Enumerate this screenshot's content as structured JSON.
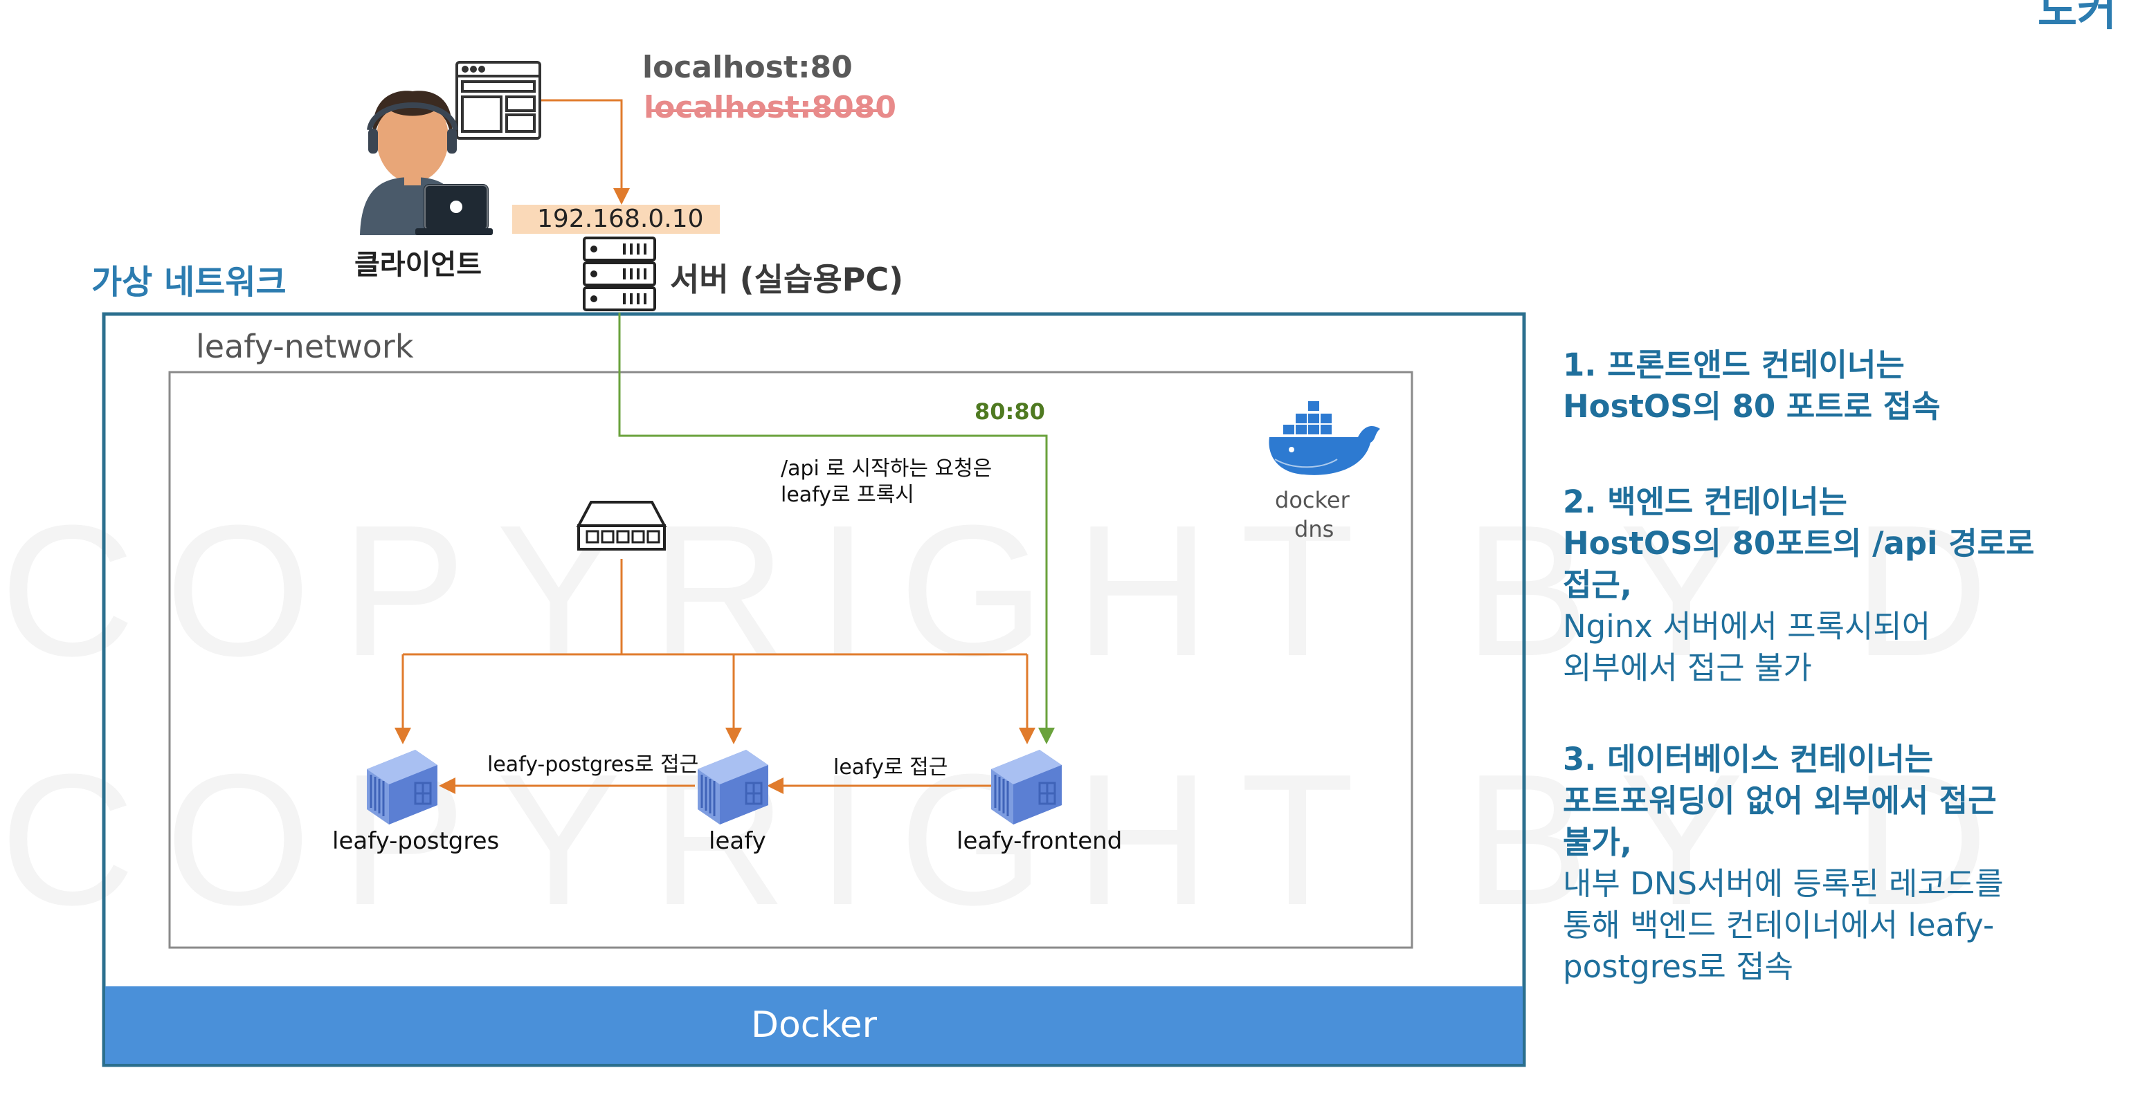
{
  "header": {
    "top_text": "",
    "top_title": "도커"
  },
  "network": {
    "virtual_label": "가상 네트워크",
    "inner_label": "leafy-network"
  },
  "client": {
    "label": "클라이언트"
  },
  "browser": {
    "url_active": "localhost:80",
    "url_struck": "localhost:8080"
  },
  "server": {
    "ip": "192.168.0.10",
    "label": "서버 (실습용PC)"
  },
  "port_mapping": "80:80",
  "proxy_note": [
    "/api 로 시작하는 요청은",
    "leafy로 프록시"
  ],
  "dns": {
    "line1": "docker",
    "line2": "dns"
  },
  "containers": [
    {
      "name": "leafy-postgres"
    },
    {
      "name": "leafy"
    },
    {
      "name": "leafy-frontend"
    }
  ],
  "edges": {
    "leafy_to_postgres": "leafy-postgres로 접근",
    "frontend_to_leafy": "leafy로 접근"
  },
  "docker_bar": "Docker",
  "watermark": "COPYRIGHT BY D",
  "notes": [
    {
      "title": [
        "1. 프론트앤드 컨테이너는",
        "HostOS의 80 포트로 접속"
      ],
      "body": []
    },
    {
      "title": [
        "2. 백엔드 컨테이너는",
        "HostOS의 80포트의 /api 경로로",
        "접근,"
      ],
      "body": [
        "Nginx 서버에서 프록시되어",
        "외부에서 접근 불가"
      ]
    },
    {
      "title": [
        "3. 데이터베이스 컨테이너는",
        "포트포워딩이 없어 외부에서 접근",
        "불가,"
      ],
      "body": [
        "내부 DNS서버에 등록된 레코드를",
        "통해 백엔드 컨테이너에서 leafy-",
        "postgres로 접속"
      ]
    }
  ],
  "colors": {
    "network_border": "#2b6f8e",
    "heading_blue": "#2c7cb0",
    "arrow_orange": "#e07b2c",
    "arrow_green": "#6aa23c",
    "port_green": "#4f7a21",
    "ip_highlight": "#fad9b8",
    "struck_red": "#e88a8a",
    "docker_blue": "#4a90d9"
  }
}
